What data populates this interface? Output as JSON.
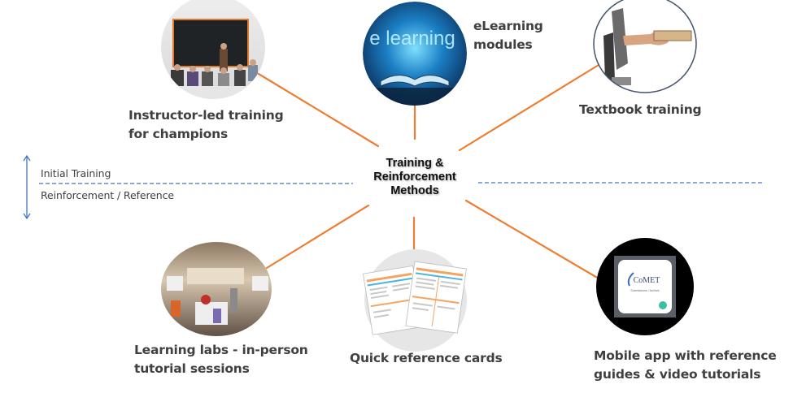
{
  "center": {
    "lines": [
      "Training &",
      "Reinforcement",
      "Methods"
    ]
  },
  "divider": {
    "upper_label": "Initial Training",
    "lower_label": "Reinforcement / Reference"
  },
  "methods": [
    {
      "id": "instructor",
      "lines": [
        "Instructor-led training",
        "for champions"
      ],
      "image_icon": "classroom-photo"
    },
    {
      "id": "elearning",
      "lines": [
        "eLearning",
        "modules"
      ],
      "image_icon": "elearning-book-photo",
      "image_text": "e learning"
    },
    {
      "id": "textbook",
      "lines": [
        "Textbook training"
      ],
      "image_icon": "hand-book-monitor-photo"
    },
    {
      "id": "labs",
      "lines": [
        "Learning labs - in-person",
        "tutorial sessions"
      ],
      "image_icon": "learning-lab-photo"
    },
    {
      "id": "quickref",
      "lines": [
        "Quick reference cards"
      ],
      "image_icon": "reference-cards-photo"
    },
    {
      "id": "mobile",
      "lines": [
        "Mobile app with reference",
        "guides & video tutorials"
      ],
      "image_icon": "comet-app-icon",
      "app_name": "CoMET",
      "app_subtitle": "Submissions / Archive"
    }
  ],
  "colors": {
    "connector": "#ed7d31",
    "divider": "#4472c4",
    "label": "#404040"
  }
}
